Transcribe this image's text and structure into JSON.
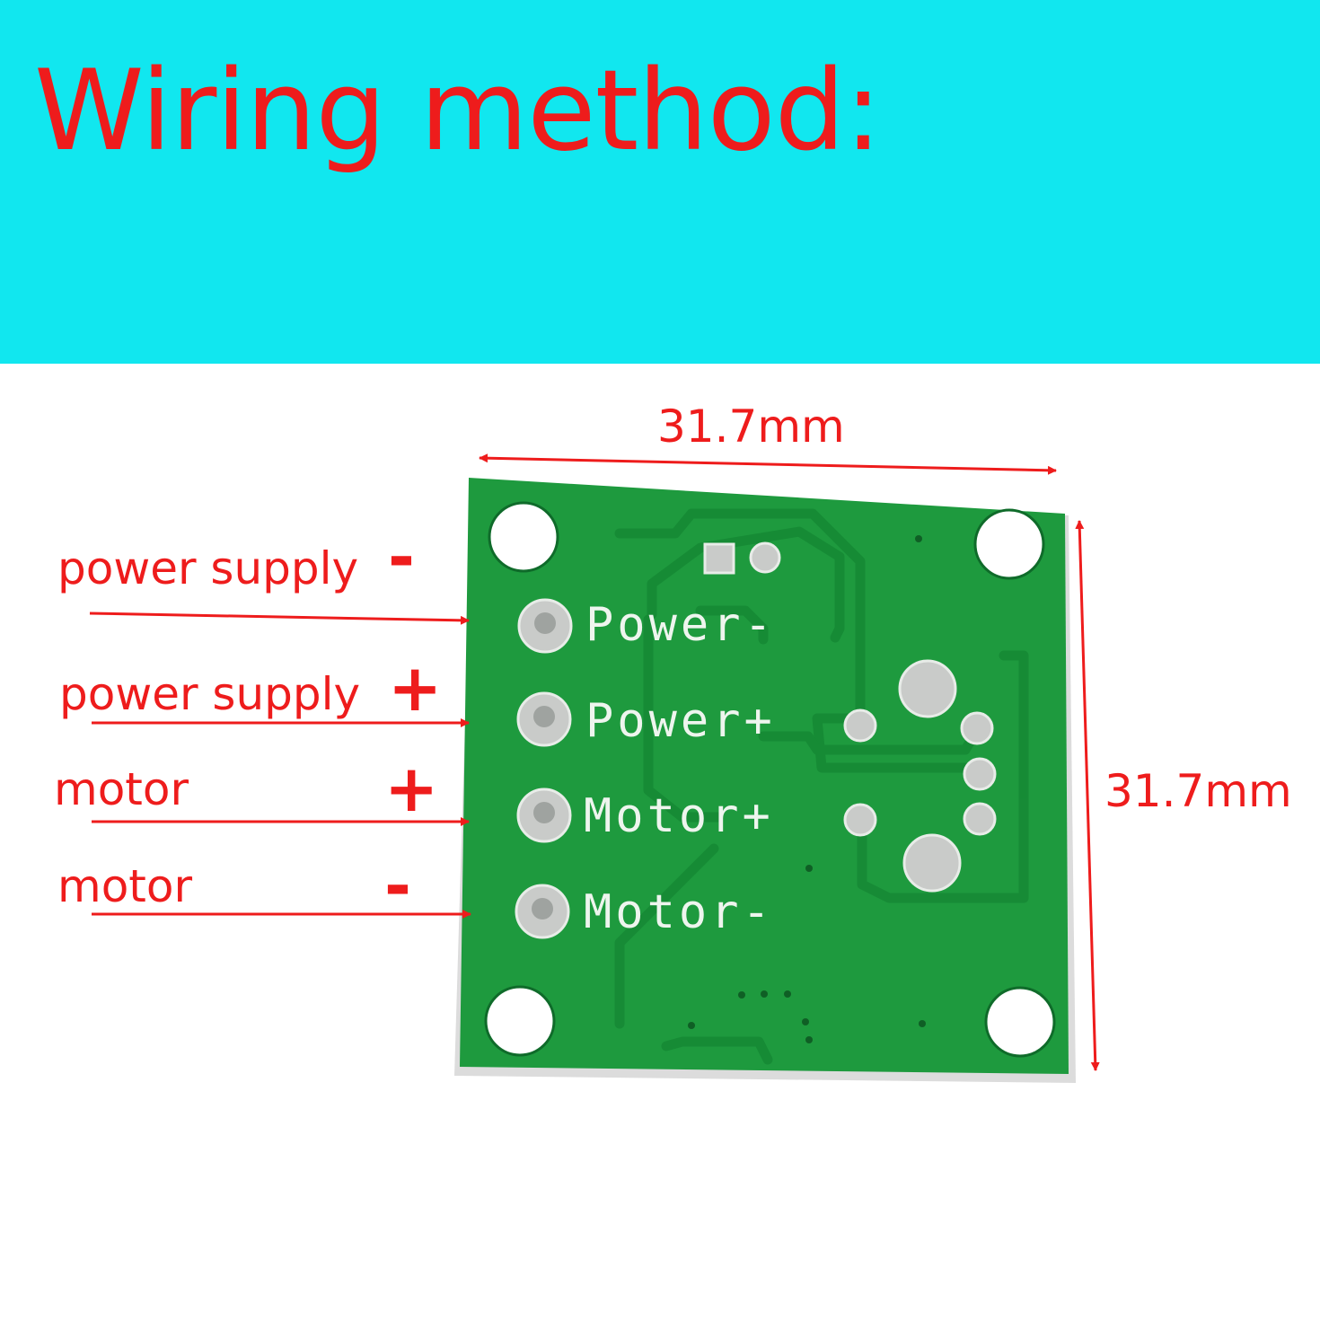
{
  "banner": {
    "title": "Wiring method:",
    "background_color": "#11e7ef",
    "title_color": "#ee1c1c"
  },
  "dimensions": {
    "width": "31.7mm",
    "height": "31.7mm"
  },
  "wiring": [
    {
      "name": "power supply",
      "sign": "-",
      "pad_label": "Power-"
    },
    {
      "name": "power supply",
      "sign": "+",
      "pad_label": "Power+"
    },
    {
      "name": "motor",
      "sign": "+",
      "pad_label": "Motor+"
    },
    {
      "name": "motor",
      "sign": "-",
      "pad_label": "Motor-"
    }
  ],
  "colors": {
    "annotation": "#ee1c1c",
    "pcb_green": "#1e9a3e",
    "silkscreen": "#eef5ee"
  }
}
